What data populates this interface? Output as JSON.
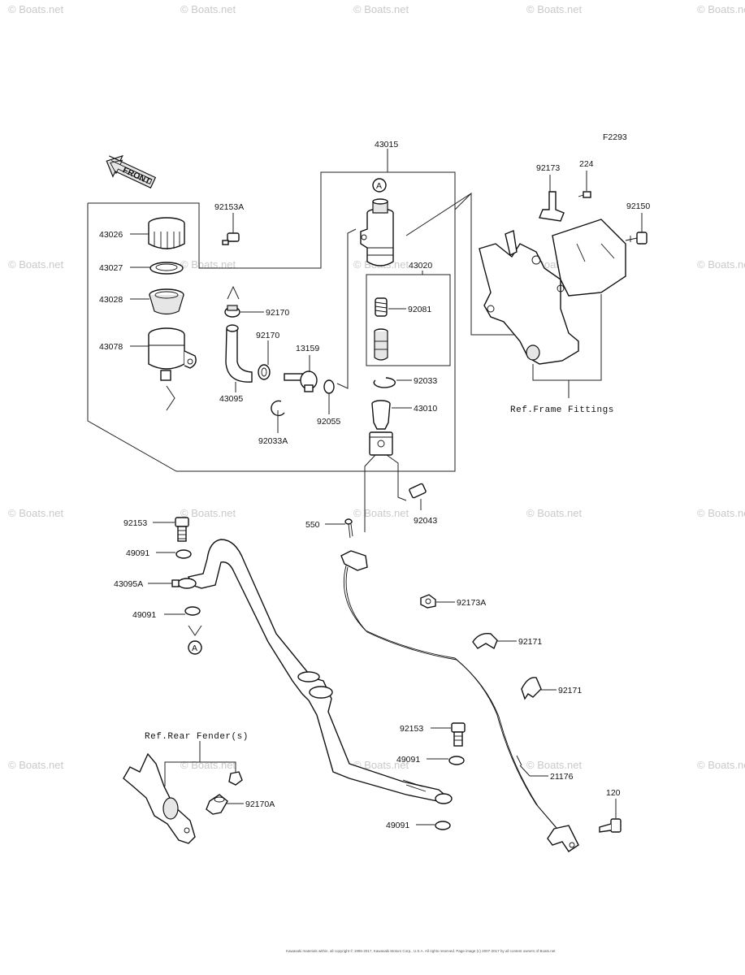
{
  "diagram": {
    "code": "F2293",
    "front_label": "FRONT",
    "ref_frame": "Ref.Frame Fittings",
    "ref_fender": "Ref.Rear Fender(s)",
    "connector_a": "A",
    "watermark": "© Boats.net",
    "copyright": "Kawasaki materials within, all copyright © 1995-2017, Kawasaki Motors Corp., U.S.A. All rights reserved. Page image (c) 2007-2017 by all content owners of Boats.net",
    "parts": {
      "p43015": "43015",
      "p43026": "43026",
      "p43027": "43027",
      "p43028": "43028",
      "p43078": "43078",
      "p92153A": "92153A",
      "p92170a": "92170",
      "p92170b": "92170",
      "p43095": "43095",
      "p13159": "13159",
      "p92033A": "92033A",
      "p92055": "92055",
      "p43020": "43020",
      "p92081": "92081",
      "p92033": "92033",
      "p43010": "43010",
      "p92043": "92043",
      "p550": "550",
      "p92173": "92173",
      "p224": "224",
      "p92150": "92150",
      "p92153a": "92153",
      "p49091a": "49091",
      "p43095A": "43095A",
      "p49091b": "49091",
      "p92173A": "92173A",
      "p92171a": "92171",
      "p92171b": "92171",
      "p92153b": "92153",
      "p49091c": "49091",
      "p21176": "21176",
      "p49091d": "49091",
      "p120": "120",
      "p92170A": "92170A"
    }
  }
}
